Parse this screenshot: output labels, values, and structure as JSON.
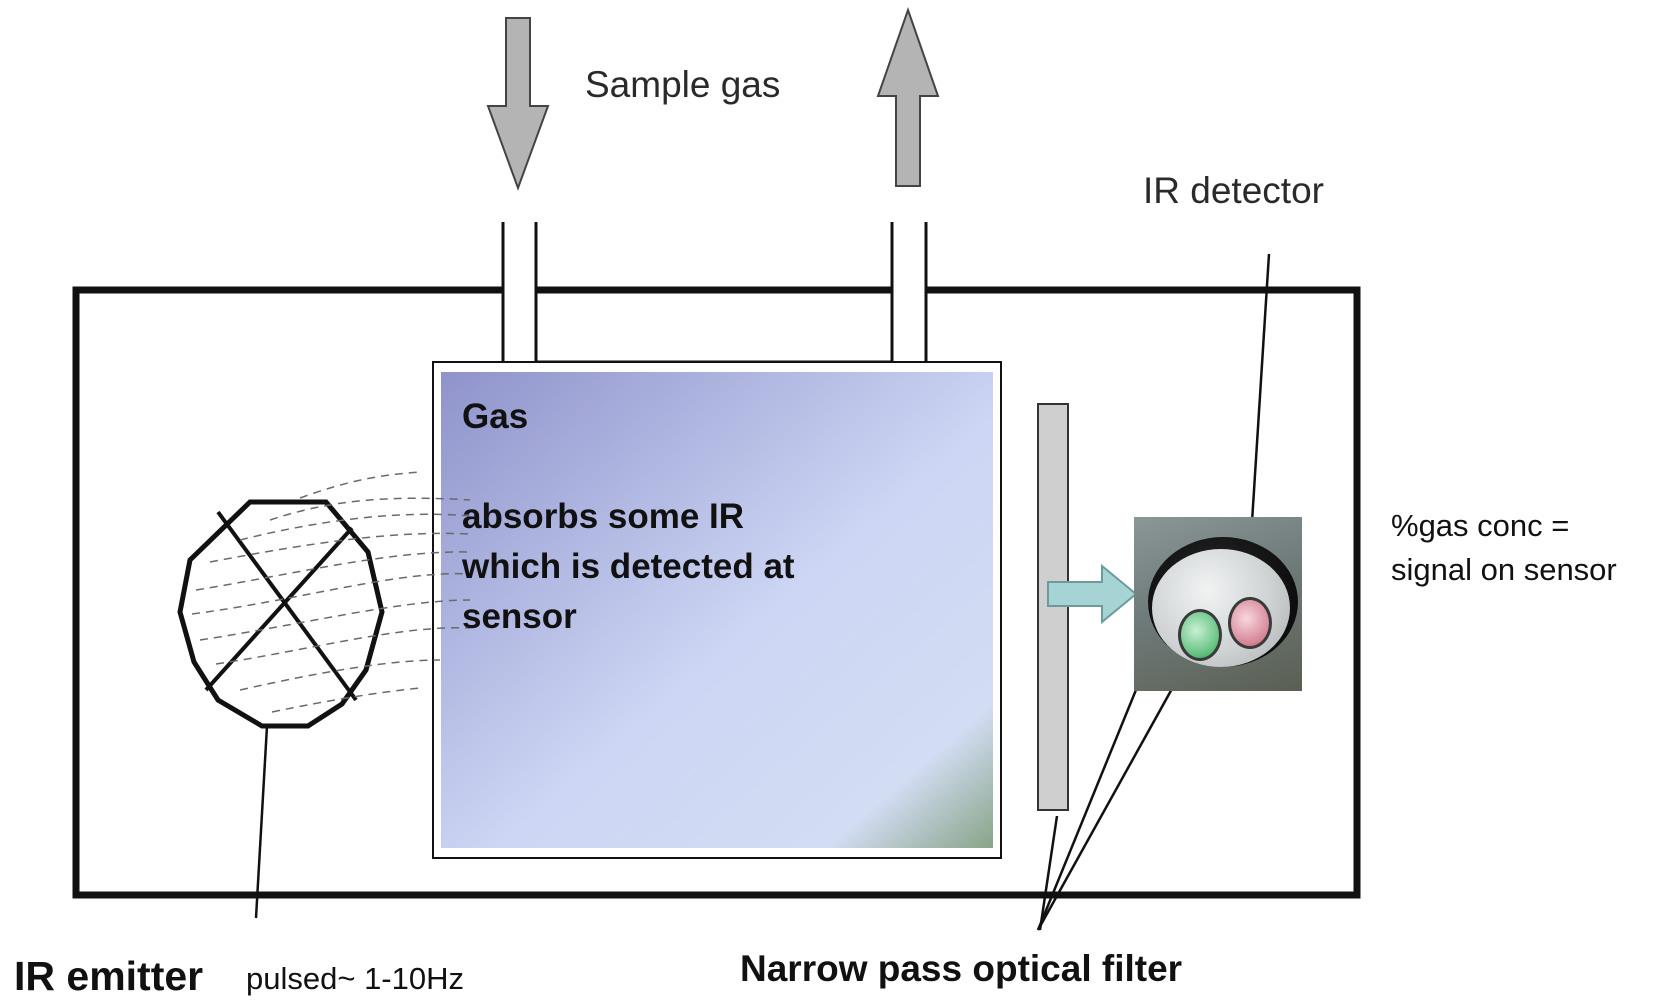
{
  "labels": {
    "sample_gas": "Sample gas",
    "ir_detector": "IR detector",
    "gas_title": "Gas",
    "gas_desc_lines": [
      "absorbs  some IR",
      "which is detected at",
      "sensor"
    ],
    "gas_conc_lines": [
      "%gas conc  =",
      "signal on sensor"
    ],
    "ir_emitter": "IR emitter",
    "ir_emitter_note": "pulsed~ 1-10Hz",
    "filter": "Narrow pass optical filter"
  },
  "colors": {
    "chamber_gradient_start": "#8f93cb",
    "chamber_gradient_mid": "#cdd6f4",
    "chamber_gradient_end": "#87a488",
    "arrow_fill": "#b4b4b4",
    "filter_fill": "#cfcfcf",
    "signal_arrow": "#a6d3d3"
  },
  "icons": {
    "flow_in": "down-arrow-icon",
    "flow_out": "up-arrow-icon",
    "emitter": "ir-lamp-icon",
    "detector": "ir-detector-photo"
  }
}
